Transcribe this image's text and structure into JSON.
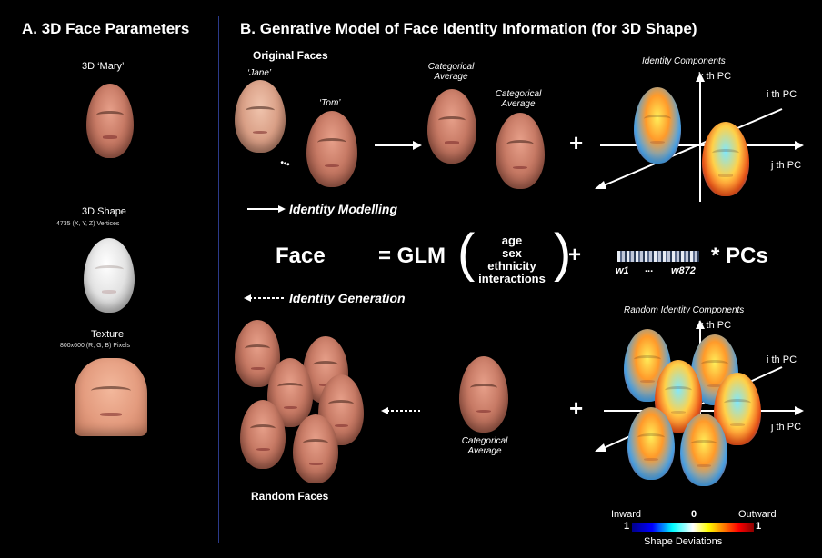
{
  "panel_a": {
    "title": "A. 3D Face Parameters",
    "mary": "3D ‘Mary’",
    "shape": "3D Shape",
    "shape_sub": "4735 (X, Y, Z) Vertices",
    "texture": "Texture",
    "texture_sub": "800x600 (R, G, B) Pixels"
  },
  "panel_b": {
    "title": "B. Genrative Model of Face Identity Information (for 3D Shape)",
    "original_faces": "Original Faces",
    "jane": "‘Jane’",
    "tom": "‘Tom’",
    "dots": "•••",
    "categorical_average": "Categorical Average",
    "identity_components": "Identity Components",
    "kth_pc": "k th PC",
    "ith_pc": "i th PC",
    "jth_pc": "j th PC",
    "identity_modelling": "Identity Modelling",
    "identity_generation": "Identity Generation",
    "random_identity_components": "Random Identity Components",
    "random_faces": "Random Faces",
    "equation": {
      "face": "Face",
      "glm": "= GLM",
      "terms": [
        "age",
        "sex",
        "ethnicity",
        "interactions"
      ],
      "plus": "+",
      "w1": "w1",
      "ellipsis": "...",
      "w872": "w872",
      "pcs": "* PCs"
    },
    "colorbar": {
      "inward": "Inward",
      "zero": "0",
      "outward": "Outward",
      "left_val": "1",
      "right_val": "1",
      "label": "Shape Deviations"
    }
  }
}
